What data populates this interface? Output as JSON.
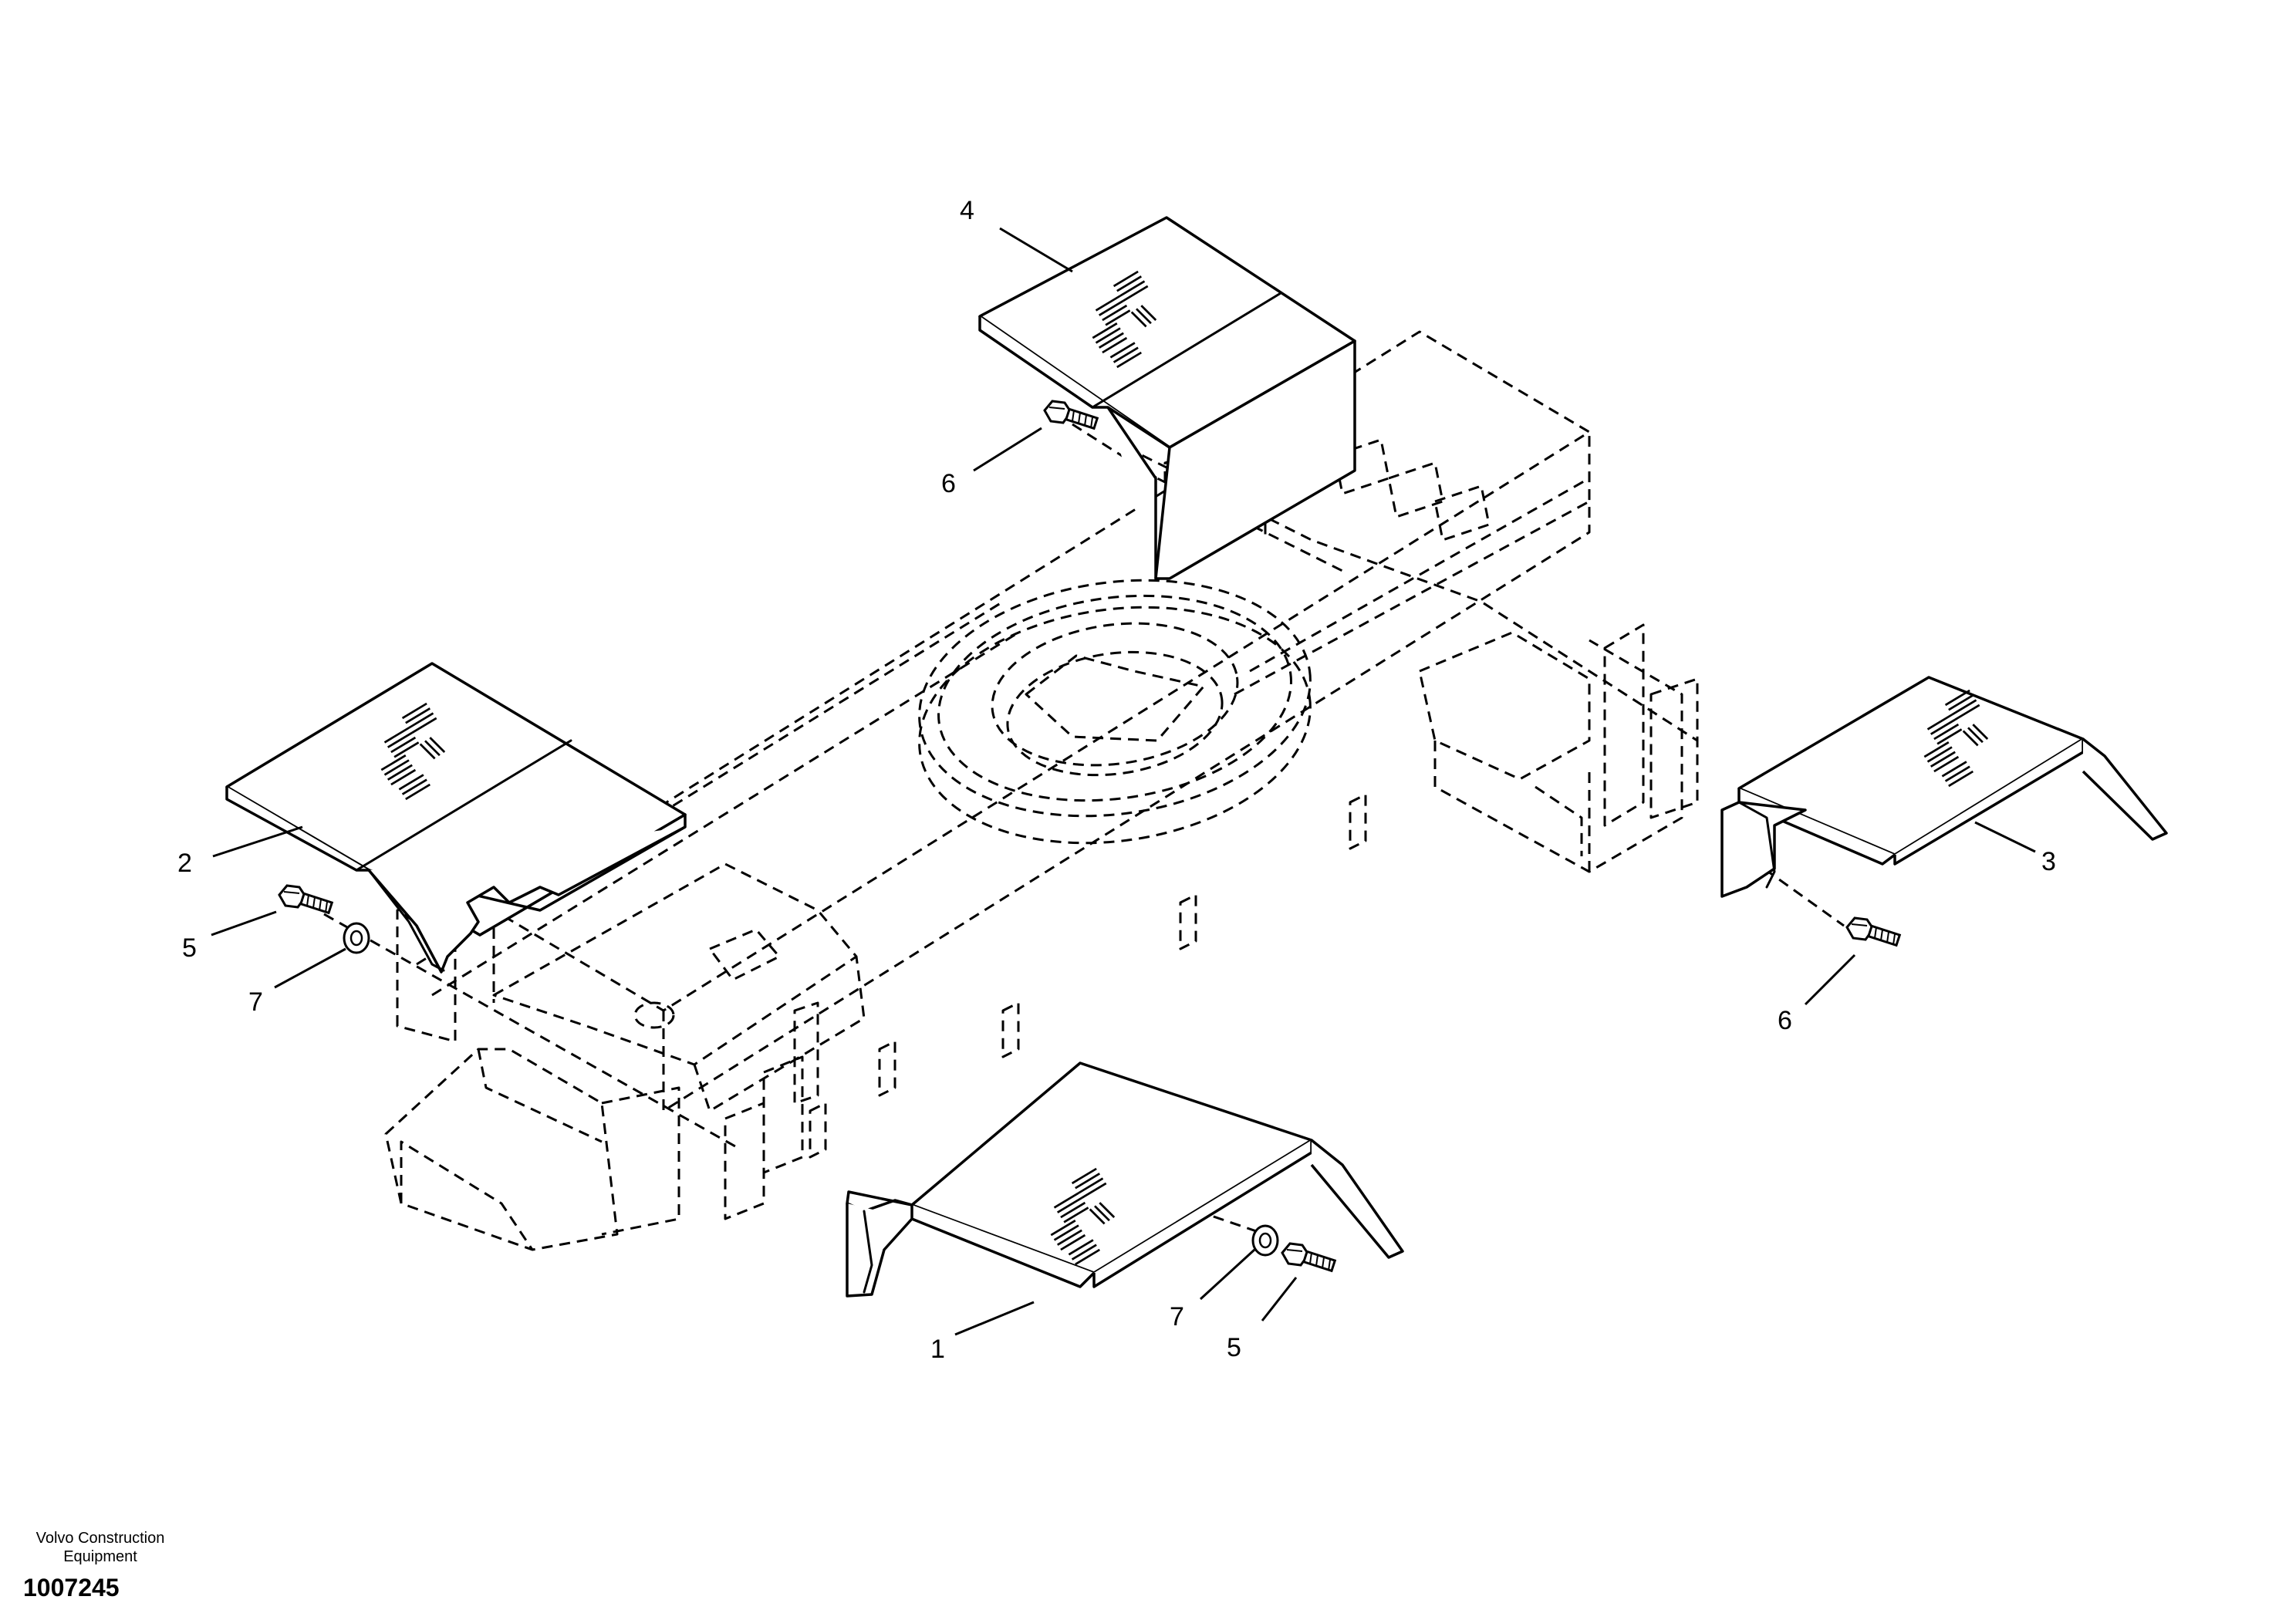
{
  "callouts": [
    {
      "id": "c1",
      "text": "1"
    },
    {
      "id": "c2",
      "text": "2"
    },
    {
      "id": "c3",
      "text": "3"
    },
    {
      "id": "c4",
      "text": "4"
    },
    {
      "id": "c5a",
      "text": "5"
    },
    {
      "id": "c5b",
      "text": "5"
    },
    {
      "id": "c6a",
      "text": "6"
    },
    {
      "id": "c6b",
      "text": "6"
    },
    {
      "id": "c7a",
      "text": "7"
    },
    {
      "id": "c7b",
      "text": "7"
    }
  ],
  "footer": {
    "brand_line1": "Volvo Construction",
    "brand_line2": "Equipment",
    "drawing_number": "1007245"
  }
}
